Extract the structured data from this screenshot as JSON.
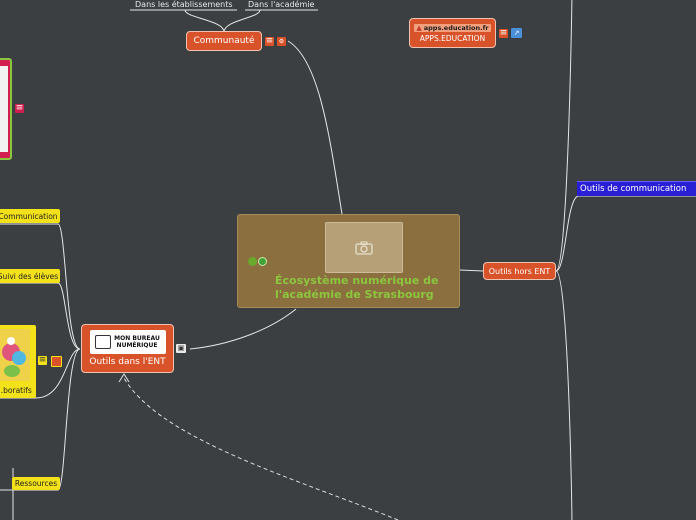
{
  "central": {
    "title_line1": "Écosystème numérique de",
    "title_line2": "l'académie de Strasbourg",
    "camera_icon": "camera-icon",
    "leaf_icon": "leaf-icon"
  },
  "communaute": {
    "label": "Communauté",
    "children": [
      "Dans les établissements",
      "Dans l'académie"
    ]
  },
  "apps_education": {
    "logo_text": "apps.education.fr",
    "label": "APPS.EDUCATION"
  },
  "outils_hors_ent": {
    "label": "Outils hors ENT",
    "children": [
      "Outils de communication"
    ]
  },
  "outils_dans_ent": {
    "logo_line1": "MON BUREAU",
    "logo_line2": "NUMÉRIQUE",
    "label": "Outils dans l'ENT",
    "children": [
      "Communication",
      "Suivi des élèves",
      "...boratifs",
      "Ressources"
    ]
  },
  "colors": {
    "background": "#3b3f42",
    "central": "#8b6f3f",
    "central_text": "#8cc63f",
    "orange_node": "#d9532a",
    "yellow_node": "#f3e21a",
    "blue_node": "#2b1fd6"
  }
}
